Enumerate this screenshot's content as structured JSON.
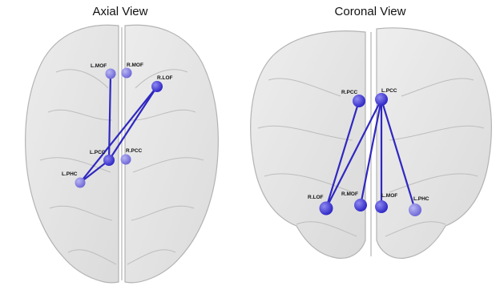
{
  "panels": [
    {
      "id": "axial",
      "title": "Axial View",
      "nodes": [
        {
          "id": "L.MOF",
          "label": "L.MOF"
        },
        {
          "id": "R.MOF",
          "label": "R.MOF"
        },
        {
          "id": "R.LOF",
          "label": "R.LOF"
        },
        {
          "id": "L.PCC",
          "label": "L.PCC"
        },
        {
          "id": "R.PCC",
          "label": "R.PCC"
        },
        {
          "id": "L.PHC",
          "label": "L.PHC"
        }
      ],
      "edges": [
        [
          "L.PCC",
          "L.MOF"
        ],
        [
          "L.PCC",
          "R.LOF"
        ],
        [
          "R.LOF",
          "L.PHC"
        ],
        [
          "L.PCC",
          "L.PHC"
        ]
      ]
    },
    {
      "id": "coronal",
      "title": "Coronal View",
      "nodes": [
        {
          "id": "R.PCC",
          "label": "R.PCC"
        },
        {
          "id": "L.PCC",
          "label": "L.PCC"
        },
        {
          "id": "R.LOF",
          "label": "R.LOF"
        },
        {
          "id": "R.MOF",
          "label": "R.MOF"
        },
        {
          "id": "L.MOF",
          "label": "L.MOF"
        },
        {
          "id": "L.PHC",
          "label": "L.PHC"
        }
      ],
      "edges": [
        [
          "R.PCC",
          "R.LOF"
        ],
        [
          "L.PCC",
          "R.LOF"
        ],
        [
          "L.PCC",
          "R.MOF"
        ],
        [
          "L.PCC",
          "L.MOF"
        ],
        [
          "L.PCC",
          "L.PHC"
        ]
      ]
    }
  ],
  "colors": {
    "node": "#2a22c4",
    "node_light": "#7d78e0",
    "edge": "#2f28c0",
    "brain_fill": "#d9d9d9",
    "brain_stroke": "#b0b0b0"
  }
}
